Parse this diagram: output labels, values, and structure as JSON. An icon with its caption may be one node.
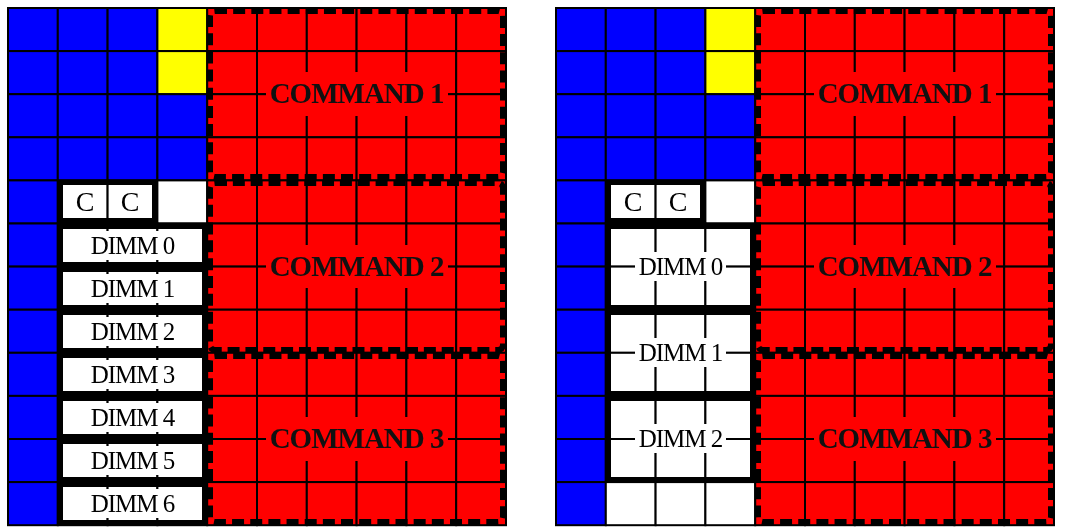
{
  "diagram": {
    "nodes": [
      {
        "text": [
          "COMMAND 1"
        ]
      },
      {
        "text": [
          "COMMAND 2"
        ]
      },
      {
        "text": [
          "COMMAND 3"
        ]
      },
      {
        "text": [
          "C",
          "C"
        ]
      },
      {
        "text": [
          "DIMM 0"
        ]
      },
      {
        "text": [
          "DIMM 1"
        ]
      },
      {
        "text": [
          "DIMM 2"
        ]
      },
      {
        "text": [
          "DIMM 3"
        ]
      },
      {
        "text": [
          "DIMM 4"
        ]
      },
      {
        "text": [
          "DIMM 5"
        ]
      },
      {
        "text": [
          "DIMM 6"
        ]
      },
      {
        "text": [
          "COMMAND 1"
        ]
      },
      {
        "text": [
          "COMMAND 2"
        ]
      },
      {
        "text": [
          "COMMAND 3"
        ]
      },
      {
        "text": [
          "C",
          "C"
        ]
      },
      {
        "text": [
          "DIMM 0"
        ]
      },
      {
        "text": [
          "DIMM 1"
        ]
      },
      {
        "text": [
          "DIMM 2"
        ]
      }
    ]
  }
}
